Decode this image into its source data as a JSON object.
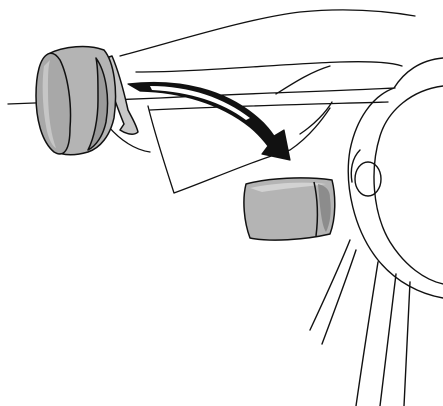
{
  "illustration": {
    "palette": {
      "line": "#111111",
      "device_fill": "#b4b4b4",
      "device_shadow": "#8c8c8c",
      "device_highlight": "#d2d2d2",
      "arrow_fill": "#111111",
      "background": "#ffffff"
    },
    "elements": [
      "dash-panel-outline",
      "windshield-line",
      "steering-wheel",
      "speaker-unit-with-visor-clip",
      "mount-pad",
      "placement-arrow"
    ]
  }
}
